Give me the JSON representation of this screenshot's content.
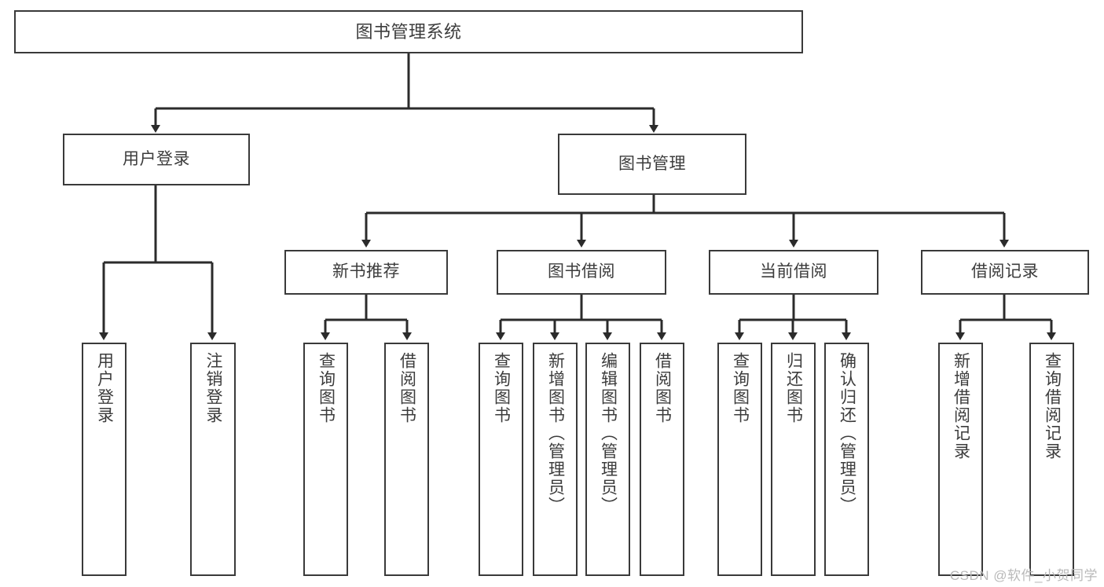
{
  "diagram": {
    "kind": "function-structure-tree",
    "title": "图书管理系统",
    "colors": {
      "background": "#ffffff",
      "box_stroke": "#3a3a3a",
      "box_fill": "#ffffff",
      "text": "#3c3c3c",
      "connector": "#2b2b2b",
      "watermark": "#b9b9b9"
    },
    "nodes": {
      "root": {
        "label": "图书管理系统"
      },
      "level2": [
        {
          "label": "用户登录"
        },
        {
          "label": "图书管理"
        }
      ],
      "level3": [
        {
          "label": "新书推荐"
        },
        {
          "label": "图书借阅"
        },
        {
          "label": "当前借阅"
        },
        {
          "label": "借阅记录"
        }
      ],
      "leaves": {
        "user_login": [
          {
            "label": "用户登录"
          },
          {
            "label": "注销登录"
          }
        ],
        "new_book": [
          {
            "label": "查询图书"
          },
          {
            "label": "借阅图书"
          }
        ],
        "book_borrow": [
          {
            "label": "查询图书"
          },
          {
            "label": "新增图书（管理员）"
          },
          {
            "label": "编辑图书（管理员）"
          },
          {
            "label": "借阅图书"
          }
        ],
        "current_borrow": [
          {
            "label": "查询图书"
          },
          {
            "label": "归还图书"
          },
          {
            "label": "确认归还（管理员）"
          }
        ],
        "borrow_record": [
          {
            "label": "新增借阅记录"
          },
          {
            "label": "查询借阅记录"
          }
        ]
      }
    },
    "watermark": "CSDN @软件_小贺同学"
  }
}
